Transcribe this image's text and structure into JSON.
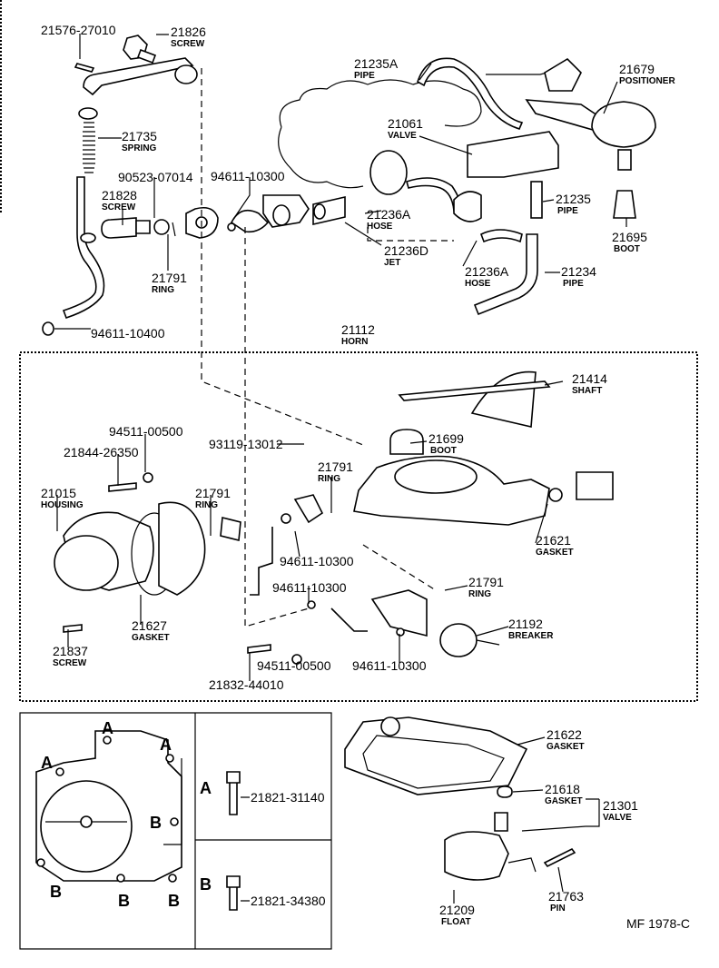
{
  "diagram_code": "MF 1978-C",
  "parts": [
    {
      "number": "21576-27010"
    },
    {
      "number": "21826",
      "name": "SCREW"
    },
    {
      "number": "21735",
      "name": "SPRING"
    },
    {
      "number": "90523-07014"
    },
    {
      "number": "21828",
      "name": "SCREW"
    },
    {
      "number": "94611-10300"
    },
    {
      "number": "21791",
      "name": "RING"
    },
    {
      "number": "94611-10400"
    },
    {
      "number": "21235A",
      "name": "PIPE"
    },
    {
      "number": "21679",
      "name": "POSITIONER"
    },
    {
      "number": "21061",
      "name": "VALVE"
    },
    {
      "number": "21235",
      "name": "PIPE"
    },
    {
      "number": "21695",
      "name": "BOOT"
    },
    {
      "number": "21236A",
      "name": "HOSE"
    },
    {
      "number": "21236D",
      "name": "JET"
    },
    {
      "number": "21236A",
      "name": "HOSE"
    },
    {
      "number": "21234",
      "name": "PIPE"
    },
    {
      "number": "21112",
      "name": "HORN"
    },
    {
      "number": "21414",
      "name": "SHAFT"
    },
    {
      "number": "94511-00500"
    },
    {
      "number": "21844-26350"
    },
    {
      "number": "93119-13012"
    },
    {
      "number": "21699",
      "name": "BOOT"
    },
    {
      "number": "21791",
      "name": "RING"
    },
    {
      "number": "21015",
      "name": "HOUSING"
    },
    {
      "number": "21791",
      "name": "RING"
    },
    {
      "number": "94611-10300"
    },
    {
      "number": "21621",
      "name": "GASKET"
    },
    {
      "number": "94611-10300"
    },
    {
      "number": "21791",
      "name": "RING"
    },
    {
      "number": "21627",
      "name": "GASKET"
    },
    {
      "number": "21192",
      "name": "BREAKER"
    },
    {
      "number": "21837",
      "name": "SCREW"
    },
    {
      "number": "94511-00500"
    },
    {
      "number": "94611-10300"
    },
    {
      "number": "21832-44010"
    },
    {
      "number": "21622",
      "name": "GASKET"
    },
    {
      "number": "21618",
      "name": "GASKET"
    },
    {
      "number": "21301",
      "name": "VALVE"
    },
    {
      "number": "21209",
      "name": "FLOAT"
    },
    {
      "number": "21763",
      "name": "PIN"
    },
    {
      "number": "21821-31140"
    },
    {
      "number": "21821-34380"
    }
  ],
  "bolt_table": {
    "letter_a": "A",
    "letter_b": "B"
  }
}
